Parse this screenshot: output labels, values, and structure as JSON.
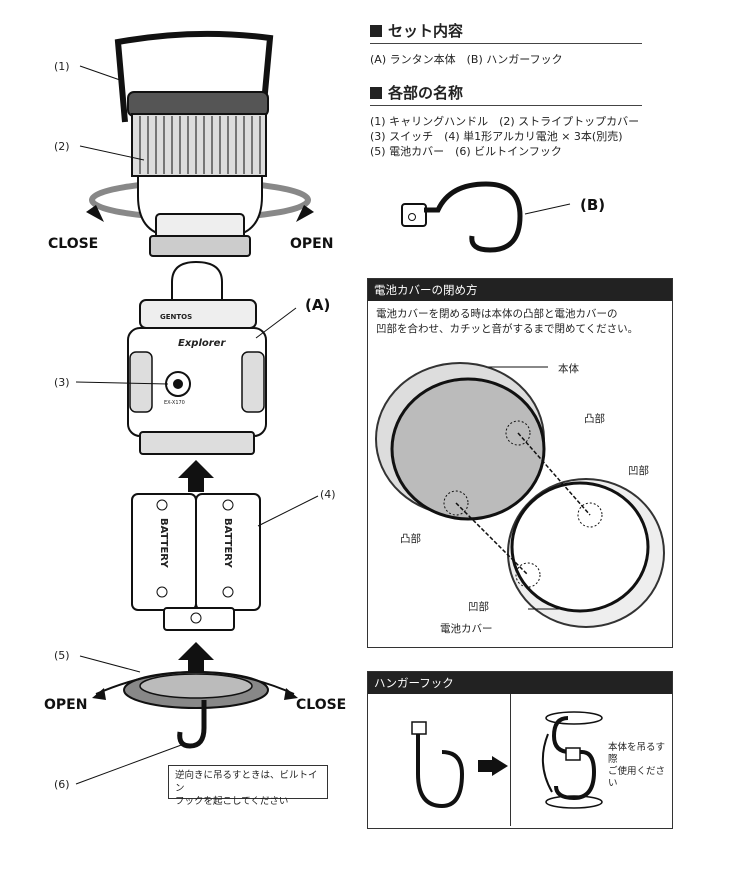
{
  "labels": {
    "n1": "(1)",
    "n2": "(2)",
    "n3": "(3)",
    "n4": "(4)",
    "n5": "(5)",
    "n6": "(6)",
    "close_top": "CLOSE",
    "open_top": "OPEN",
    "open_bottom": "OPEN",
    "close_bottom": "CLOSE",
    "A": "(A)",
    "B": "(B)",
    "brand": "GENTOS",
    "product": "Explorer",
    "model": "EX-X170",
    "battery": "BATTERY"
  },
  "note": {
    "line1": "逆向きに吊るすときは、ビルトイン",
    "line2": "フックを起こしてください"
  },
  "set_contents": {
    "heading": "セット内容",
    "text": "(A) ランタン本体　(B) ハンガーフック"
  },
  "parts": {
    "heading": "各部の名称",
    "lines": [
      "(1) キャリングハンドル　(2) ストライプトップカバー",
      "(3) スイッチ　(4) 単1形アルカリ電池 × 3本(別売)",
      "(5) 電池カバー　(6) ビルトインフック"
    ]
  },
  "battery_cover": {
    "heading": "電池カバーの閉め方",
    "desc1": "電池カバーを閉める時は本体の凸部と電池カバーの",
    "desc2": "凹部を合わせ、カチッと音がするまで閉めてください。",
    "body": "本体",
    "convex1": "凸部",
    "concave1": "凹部",
    "convex2": "凸部",
    "concave2": "凹部",
    "cover": "電池カバー"
  },
  "hanger": {
    "heading": "ハンガーフック",
    "note1": "本体を吊るす際",
    "note2": "ご使用ください"
  }
}
